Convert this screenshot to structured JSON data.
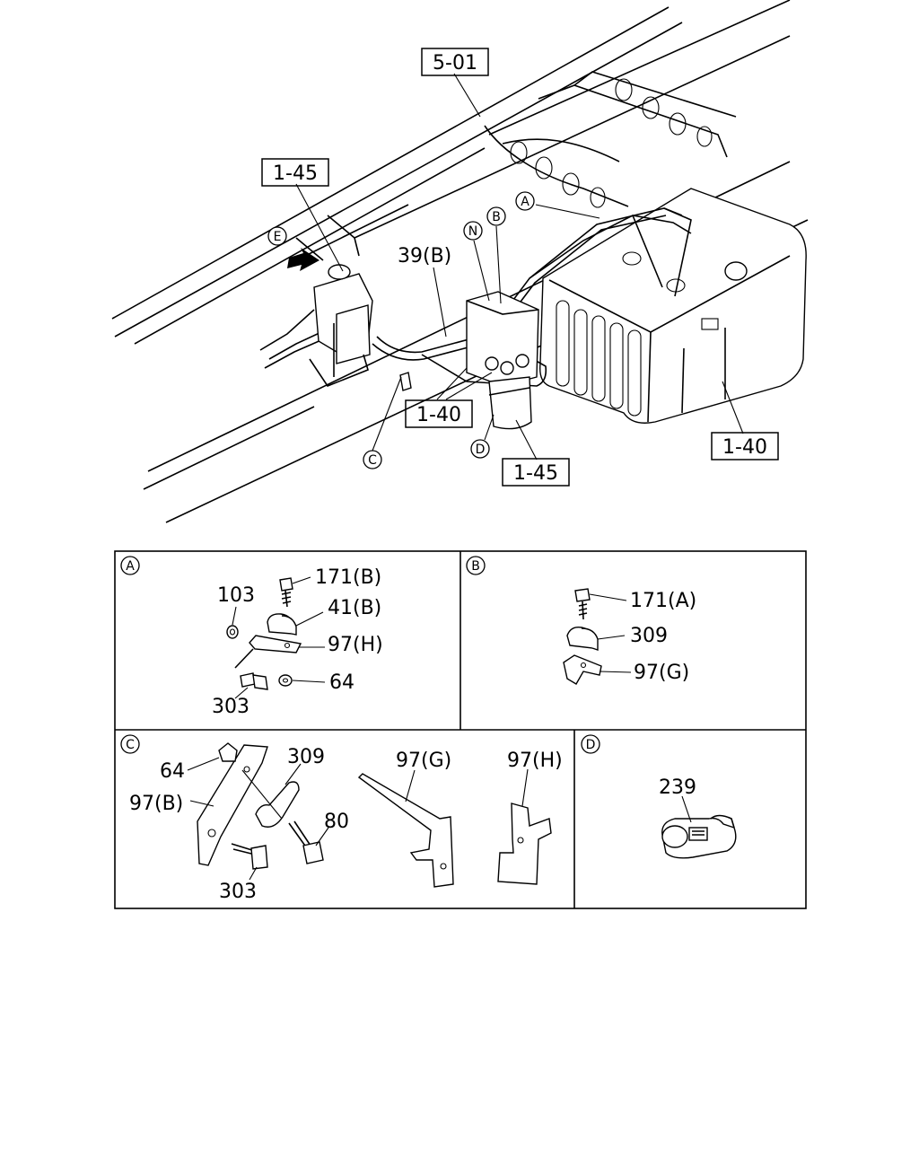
{
  "main": {
    "refs": {
      "r501": "5-01",
      "r145_left": "1-45",
      "r140_center": "1-40",
      "r145_bottom": "1-45",
      "r140_right": "1-40"
    },
    "labels": {
      "pipe_39b": "39(B)"
    },
    "markers": {
      "E": "E",
      "N": "N",
      "B": "B",
      "A": "A",
      "C": "C",
      "D": "D"
    }
  },
  "details": {
    "A": {
      "marker": "A",
      "parts": [
        "171(B)",
        "103",
        "41(B)",
        "97(H)",
        "64",
        "303"
      ]
    },
    "B": {
      "marker": "B",
      "parts": [
        "171(A)",
        "309",
        "97(G)"
      ]
    },
    "C": {
      "marker": "C",
      "parts": [
        "64",
        "309",
        "97(B)",
        "80",
        "303",
        "97(G)",
        "97(H)"
      ]
    },
    "D": {
      "marker": "D",
      "parts": [
        "239"
      ]
    }
  }
}
